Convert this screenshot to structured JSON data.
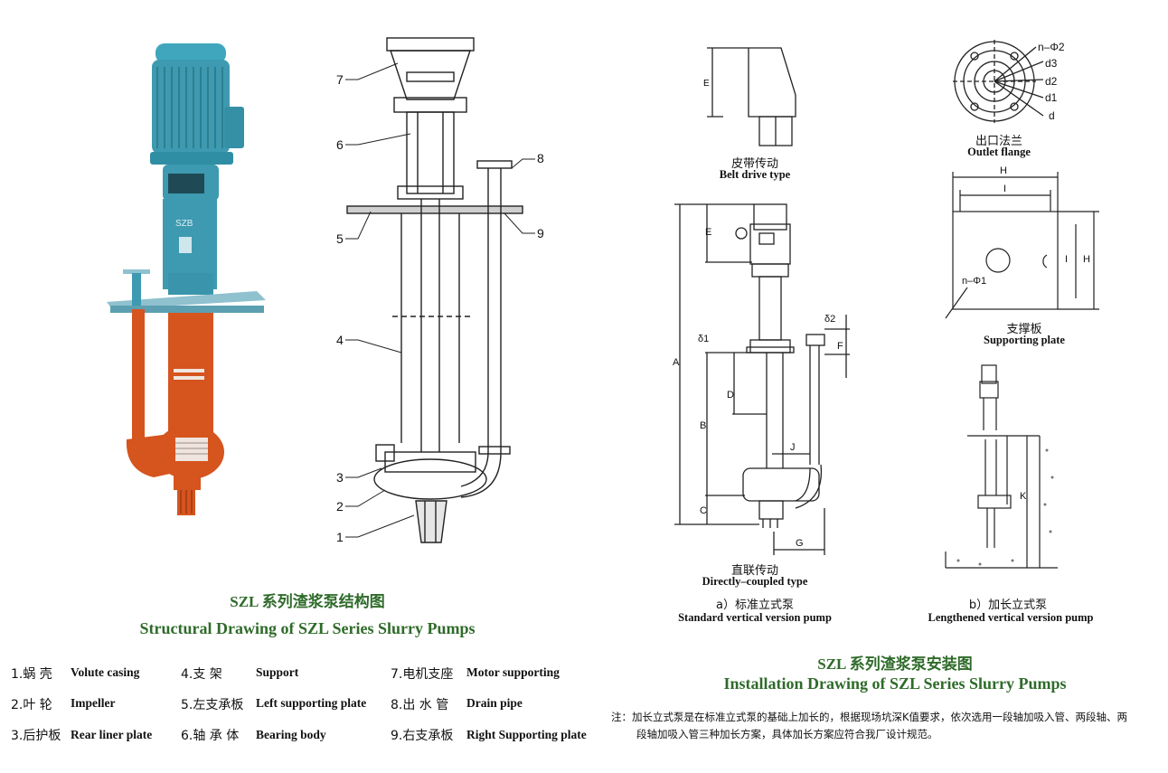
{
  "photo": {
    "label": "SZB"
  },
  "structural": {
    "callouts": [
      "1",
      "2",
      "3",
      "4",
      "5",
      "6",
      "7",
      "8",
      "9"
    ],
    "title_cn": "SZL 系列渣浆泵结构图",
    "title_en": "Structural  Drawing  of  SZL Series Slurry  Pumps"
  },
  "legend": [
    {
      "num": "1.蜗  壳",
      "en": "Volute casing"
    },
    {
      "num": "2.叶  轮",
      "en": "Impeller"
    },
    {
      "num": "3.后护板",
      "en": "Rear liner plate"
    },
    {
      "num": "4.支      架",
      "en": "Support"
    },
    {
      "num": "5.左支承板",
      "en": "Left supporting plate"
    },
    {
      "num": "6.轴 承 体",
      "en": "Bearing body"
    },
    {
      "num": "7.电机支座",
      "en": "Motor supporting"
    },
    {
      "num": "8.出 水 管",
      "en": "Drain pipe"
    },
    {
      "num": "9.右支承板",
      "en": "Right Supporting plate"
    }
  ],
  "installation": {
    "belt_cn": "皮带传动",
    "belt_en": "Belt drive type",
    "flange_cn": "出口法兰",
    "flange_en": "Outlet flange",
    "plate_cn": "支撑板",
    "plate_en": "Supporting plate",
    "direct_cn": "直联传动",
    "direct_en": "Directly–coupled type",
    "a_cn": "a）标准立式泵",
    "a_en": "Standard  vertical  version  pump",
    "b_cn": "b）加长立式泵",
    "b_en": "Lengthened  vertical  version  pump",
    "title_cn": "SZL 系列渣浆泵安装图",
    "title_en": "Installation Drawing of SZL Series Slurry Pumps",
    "dims": {
      "E": "E",
      "A": "A",
      "B": "B",
      "C": "C",
      "D": "D",
      "F": "F",
      "G": "G",
      "H": "H",
      "I": "I",
      "J": "J",
      "K": "K",
      "d1": "δ1",
      "d2": "δ2",
      "nphi2": "n–Φ2",
      "fd3": "d3",
      "fd2": "d2",
      "fd1": "d1",
      "fd": "d",
      "nphi1": "n–Φ1"
    },
    "note_line1": "注：加长立式泵是在标准立式泵的基础上加长的，根据现场坑深K值要求，依次选用一段轴加吸入管、两段轴、两",
    "note_line2": "段轴加吸入管三种加长方案，具体加长方案应符合我厂设计规范。"
  },
  "colors": {
    "title_green": "#2f6b2a",
    "motor_teal": "#3d9ab0",
    "pump_orange": "#d6541e"
  }
}
